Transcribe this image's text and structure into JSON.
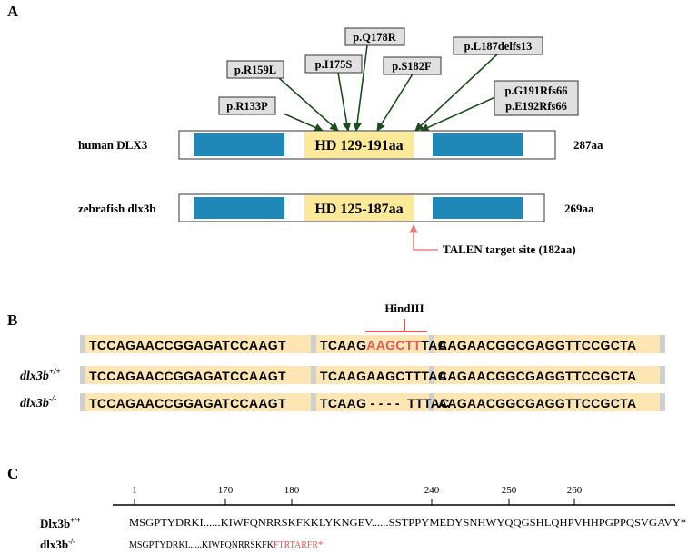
{
  "panel_a": {
    "label": "A",
    "mutations": {
      "r133p": "p.R133P",
      "r159l": "p.R159L",
      "i175s": "p.I175S",
      "q178r": "p.Q178R",
      "s182f": "p.S182F",
      "l187delfs13": "p.L187delfs13",
      "g191rfs66": "p.G191Rfs66",
      "e192rfs66": "p.E192Rfs66"
    },
    "human": {
      "name": "human DLX3",
      "hd": "HD 129-191aa",
      "length": "287aa"
    },
    "zebrafish": {
      "name": "zebrafish dlx3b",
      "hd": "HD 125-187aa",
      "length": "269aa"
    },
    "talen_label": "TALEN target site (182aa)",
    "colors": {
      "domain": "#1f88b8",
      "hd": "#fde99a",
      "arrow": "#1d4d1d",
      "talen_arrow": "#e88080"
    }
  },
  "panel_b": {
    "label": "B",
    "site_label": "HindIII",
    "ref": {
      "seg1": "TCCAGAACCGGAGATCCAAGT",
      "seg2a": "TCAAG",
      "seg2b": "AAGCTT",
      "seg2c": "TAC",
      "seg3": "AAGAACGGCGAGGTTCCGCTA"
    },
    "wt": {
      "name": "dlx3b",
      "sup": "+/+",
      "seg1": "TCCAGAACCGGAGATCCAAGT",
      "seg2": "TCAAGAAGCTTTAC",
      "seg3": "AAGAACGGCGAGGTTCCGCTA"
    },
    "ko": {
      "name": "dlx3b",
      "sup": "-/-",
      "seg1": "TCCAGAACCGGAGATCCAAGT",
      "seg2": "TCAAG - - - -  TTTAC",
      "seg3": "AAGAACGGCGAGGTTCCGCTA"
    },
    "colors": {
      "seq_bg": "#fde6b3",
      "seq_gap": "#cfcfcf",
      "highlight": "#e05a5a"
    }
  },
  "panel_c": {
    "label": "C",
    "ticks": [
      "1",
      "170",
      "180",
      "240",
      "250",
      "260"
    ],
    "wt": {
      "name": "Dlx3b",
      "sup": "+/+",
      "seq": "MSGPTYDRKI......KIWFQNRRSKFKKLYKNGEV......SSTPPYMEDYSNHWYQQGSHLQHPVHHPGPPQSVGAVY*"
    },
    "ko": {
      "name": "dlx3b",
      "sup": "-/-",
      "seq": "MSGPTYDRKI......KIWFQNRRSKFK",
      "seq_red": "FTRTARFR*"
    }
  }
}
